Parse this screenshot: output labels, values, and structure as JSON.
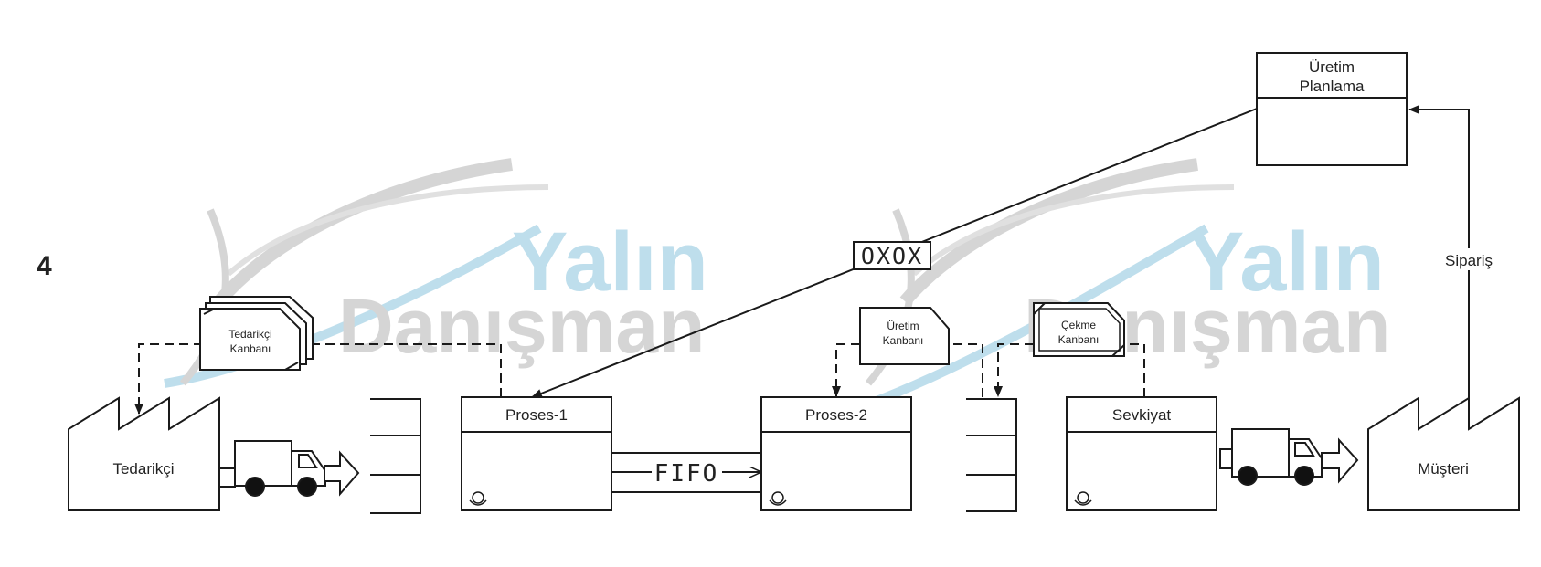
{
  "step_number": "4",
  "watermark": {
    "line1": "Yalın",
    "line2": "Danışman"
  },
  "nodes": {
    "supplier": "Tedarikçi",
    "customer": "Müşteri",
    "production_planning": {
      "line1": "Üretim",
      "line2": "Planlama"
    },
    "process1": "Proses-1",
    "process2": "Proses-2",
    "shipping": "Sevkiyat"
  },
  "kanbans": {
    "supplier_kanban": {
      "line1": "Tedarikçi",
      "line2": "Kanbanı"
    },
    "production_kanban": {
      "line1": "Üretim",
      "line2": "Kanbanı"
    },
    "withdrawal_kanban": {
      "line1": "Çekme",
      "line2": "Kanbanı"
    }
  },
  "labels": {
    "load_leveling": "OXOX",
    "fifo": "FIFO",
    "order": "Sipariş"
  },
  "colors": {
    "stroke": "#1a1a1a",
    "watermark_blue": "#a9d4e6",
    "watermark_gray": "#c8c8c8"
  }
}
